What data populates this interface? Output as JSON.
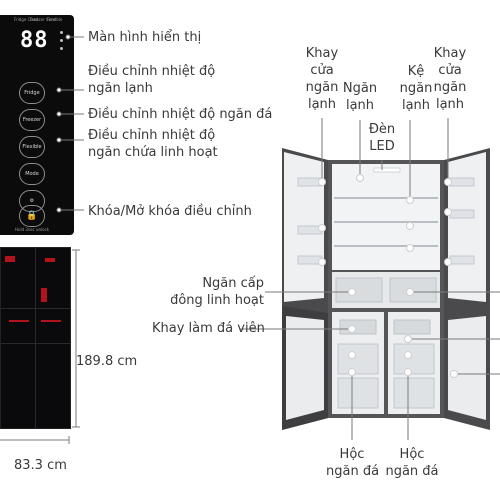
{
  "panel": {
    "top_labels": [
      "Fridge\nCond.",
      "Freezer\nCond.",
      "Flexible"
    ],
    "display_digits": "88",
    "buttons": [
      "Fridge",
      "Freezer",
      "Flexible",
      "Mode",
      "⚙",
      "🔒"
    ],
    "lock_caption": "Hold 3sec unlock"
  },
  "labels": {
    "display_screen": "Màn hình hiển thị",
    "fridge_temp": "Điều chỉnh nhiệt độ\nngăn lạnh",
    "freezer_temp": "Điều chỉnh nhiệt độ ngăn đá",
    "flexible_temp": "Điều chỉnh nhiệt độ\nngăn chứa linh hoạt",
    "lock": "Khóa/Mở khóa điều chỉnh",
    "height": "189.8 cm",
    "width": "83.3 cm",
    "door_tray_left": "Khay\ncửa\nngăn\nlạnh",
    "fridge_compartment": "Ngăn\nlạnh",
    "shelf": "Kệ\nngăn\nlạnh",
    "door_tray_right": "Khay\ncửa\nngăn\nlạnh",
    "light": "Đèn\nLED",
    "quick_freeze": "Ngăn cấp\nđông linh hoạt",
    "ice_tray": "Khay làm đá viên",
    "freezer_drawer_1": "Hộc\nngăn đá",
    "freezer_drawer_2": "Hộc\nngăn đá"
  },
  "colors": {
    "accent_red": "#b3141b",
    "panel_black": "#0b0b0c",
    "fridge_steel": "#4a4a4c",
    "interior": "#f2f3f5",
    "leader_line": "#7a7a7a"
  }
}
